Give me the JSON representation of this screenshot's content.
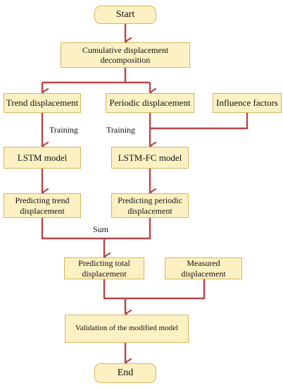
{
  "nodes": {
    "start": "Start",
    "cumulative": "Cumulative displacement decomposition",
    "trend": "Trend displacement",
    "periodic": "Periodic displacement",
    "influence": "Influence factors",
    "lstm": "LSTM model",
    "lstm_fc": "LSTM-FC model",
    "pred_trend": "Predicting trend displacement",
    "pred_periodic": "Predicting periodic displacement",
    "pred_total": "Predicting total displacement",
    "measured": "Measured displacement",
    "validation": "Validation of the modified model",
    "end": "End"
  },
  "edge_labels": {
    "training_left": "Training",
    "training_right": "Training",
    "sum": "Sum"
  },
  "colors": {
    "arrow": "#b34747",
    "node_fill": "#fdf1c4",
    "node_border": "#d9b45a"
  }
}
